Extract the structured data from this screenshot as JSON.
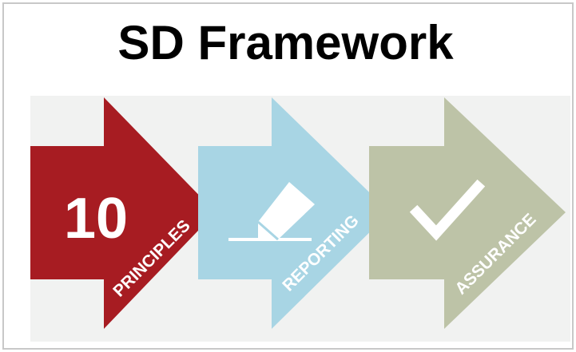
{
  "title": "SD Framework",
  "colors": {
    "panel": "#f1f2f1",
    "principles": "#a71c22",
    "reporting": "#a8d5e4",
    "assurance": "#bdc3a7",
    "border": "#c8c8c8"
  },
  "steps": [
    {
      "number": "10",
      "label": "PRINCIPLES"
    },
    {
      "icon": "eraser-pencil-icon",
      "label": "REPORTING"
    },
    {
      "icon": "checkmark-icon",
      "label": "ASSURANCE"
    }
  ]
}
